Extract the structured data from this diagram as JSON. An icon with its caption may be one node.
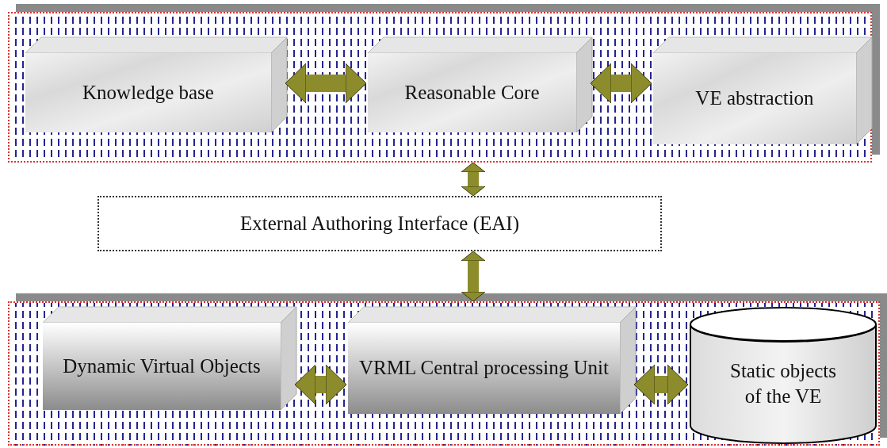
{
  "diagram": {
    "nodes": [
      {
        "text": [],
        "shape": "box"
      },
      {
        "text": [
          "Knowledge base"
        ],
        "in": 0
      },
      {
        "text": [
          "Reasonable Core"
        ],
        "in": 0
      },
      {
        "text": [
          "VE abstraction"
        ],
        "in": 0
      },
      {
        "text": [
          "External Authoring Interface (EAI)"
        ]
      },
      {
        "text": [],
        "shape": "box"
      },
      {
        "text": [
          "Dynamic Virtual Objects"
        ],
        "in": 5
      },
      {
        "text": [
          "VRML Central processing Unit"
        ],
        "in": 5
      },
      {
        "text": [
          "Static objects of the  VE"
        ],
        "in": 5
      }
    ],
    "edges": [
      {
        "from": 1,
        "to": 2,
        "arrow": "both"
      },
      {
        "from": 2,
        "to": 3,
        "arrow": "both"
      },
      {
        "from": 0,
        "to": 4,
        "arrow": "both"
      },
      {
        "from": 4,
        "to": 5,
        "arrow": "both"
      },
      {
        "from": 6,
        "to": 7,
        "arrow": "both"
      },
      {
        "from": 7,
        "to": 8,
        "arrow": "both"
      }
    ]
  }
}
